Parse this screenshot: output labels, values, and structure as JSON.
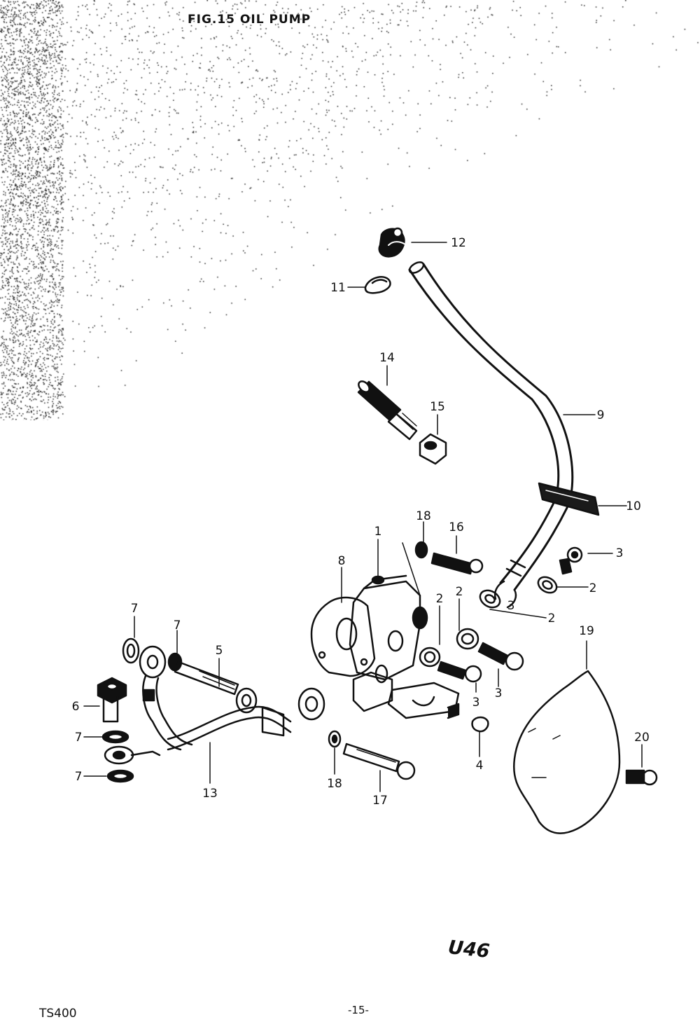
{
  "header": {
    "title": "FIG.15 OIL PUMP"
  },
  "footer": {
    "model": "TS400",
    "page": "-15-",
    "code": "U46"
  },
  "callouts": [
    "1",
    "2",
    "2",
    "2",
    "2",
    "3",
    "3",
    "3",
    "3",
    "4",
    "5",
    "6",
    "7",
    "7",
    "7",
    "7",
    "8",
    "9",
    "10",
    "11",
    "12",
    "13",
    "14",
    "15",
    "16",
    "17",
    "18",
    "18",
    "19",
    "20"
  ]
}
